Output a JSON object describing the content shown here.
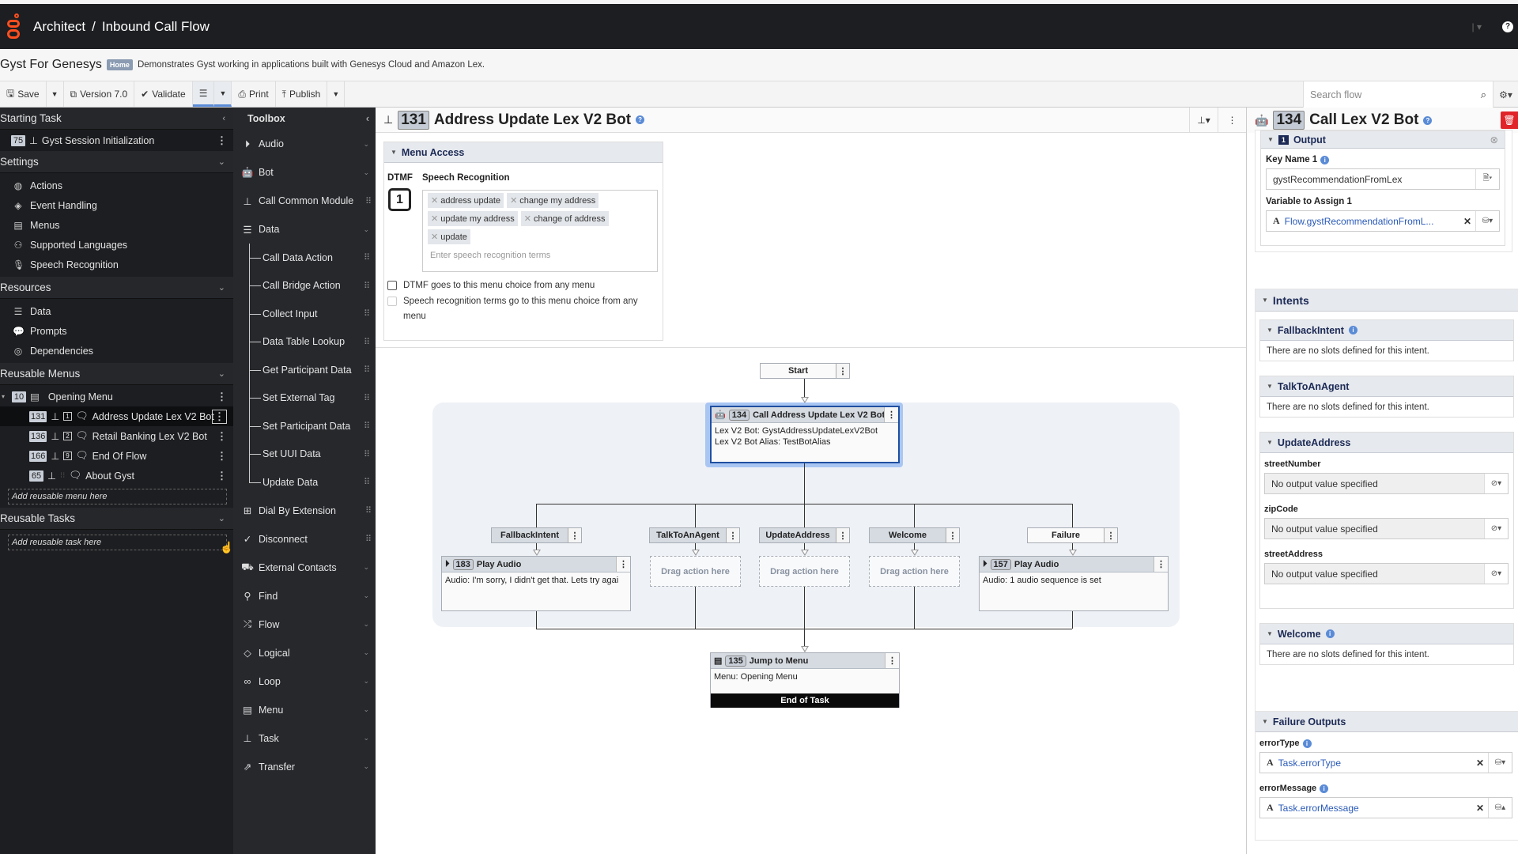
{
  "topbar": {
    "app": "Architect",
    "separator": "/",
    "flow_type": "Inbound Call Flow",
    "help_icon": "question-circle-icon"
  },
  "flow": {
    "name": "Gyst For Genesys",
    "badge": "Home",
    "description": "Demonstrates Gyst working in applications built with Genesys Cloud and Amazon Lex."
  },
  "toolbar": {
    "save": "Save",
    "version": "Version 7.0",
    "validate": "Validate",
    "print": "Print",
    "publish": "Publish",
    "search_placeholder": "Search flow"
  },
  "left": {
    "starting_task": {
      "title": "Starting Task",
      "item": {
        "num": "75",
        "label": "Gyst Session Initialization"
      }
    },
    "settings": {
      "title": "Settings",
      "items": [
        {
          "icon": "globe-icon",
          "label": "Actions"
        },
        {
          "icon": "ticket-icon",
          "label": "Event Handling"
        },
        {
          "icon": "menu-list-icon",
          "label": "Menus"
        },
        {
          "icon": "languages-icon",
          "label": "Supported Languages"
        },
        {
          "icon": "microphone-icon",
          "label": "Speech Recognition"
        }
      ]
    },
    "resources": {
      "title": "Resources",
      "items": [
        {
          "icon": "database-icon",
          "label": "Data"
        },
        {
          "icon": "speech-bubble-icon",
          "label": "Prompts"
        },
        {
          "icon": "lifebuoy-icon",
          "label": "Dependencies"
        }
      ]
    },
    "reusable_menus": {
      "title": "Reusable Menus",
      "root": {
        "num": "10",
        "label": "Opening Menu"
      },
      "children": [
        {
          "num": "131",
          "dtmf": "1",
          "label": "Address Update Lex V2 Bot"
        },
        {
          "num": "136",
          "dtmf": "2",
          "label": "Retail Banking Lex V2 Bot"
        },
        {
          "num": "166",
          "dtmf": "9",
          "label": "End Of Flow"
        },
        {
          "num": "65",
          "dtmf": "",
          "label": "About Gyst"
        }
      ],
      "add_placeholder": "Add reusable menu here"
    },
    "reusable_tasks": {
      "title": "Reusable Tasks",
      "add_placeholder": "Add reusable task here"
    }
  },
  "toolbox": {
    "title": "Toolbox",
    "categories_top": [
      {
        "label": "Audio",
        "icon": "play-circle-icon",
        "kind": "expand"
      },
      {
        "label": "Bot",
        "icon": "robot-icon",
        "kind": "expand"
      },
      {
        "label": "Call Common Module",
        "icon": "puzzle-icon",
        "kind": "drag"
      },
      {
        "label": "Data",
        "icon": "database-icon",
        "kind": "expand"
      }
    ],
    "data_children": [
      "Call Data Action",
      "Call Bridge Action",
      "Collect Input",
      "Data Table Lookup",
      "Get Participant Data",
      "Set External Tag",
      "Set Participant Data",
      "Set UUI Data",
      "Update Data"
    ],
    "categories_bottom": [
      {
        "label": "Dial By Extension",
        "icon": "hash-box-icon",
        "kind": "drag"
      },
      {
        "label": "Disconnect",
        "icon": "disconnect-icon",
        "kind": "drag"
      },
      {
        "label": "External Contacts",
        "icon": "contacts-icon",
        "kind": "expand"
      },
      {
        "label": "Find",
        "icon": "binoculars-icon",
        "kind": "expand"
      },
      {
        "label": "Flow",
        "icon": "shuffle-icon",
        "kind": "expand"
      },
      {
        "label": "Logical",
        "icon": "diamond-icon",
        "kind": "expand"
      },
      {
        "label": "Loop",
        "icon": "loop-icon",
        "kind": "expand"
      },
      {
        "label": "Menu",
        "icon": "menu-list-icon",
        "kind": "expand"
      },
      {
        "label": "Task",
        "icon": "sitemap-icon",
        "kind": "expand"
      },
      {
        "label": "Transfer",
        "icon": "transfer-icon",
        "kind": "expand"
      }
    ]
  },
  "task": {
    "num": "131",
    "title": "Address Update Lex V2 Bot",
    "menu_access": {
      "title": "Menu Access",
      "dtmf_label": "DTMF",
      "dtmf_key": "1",
      "speech_label": "Speech Recognition",
      "terms": [
        "address update",
        "change my address",
        "update my address",
        "change of address",
        "update"
      ],
      "placeholder": "Enter speech recognition terms",
      "cb1": "DTMF goes to this menu choice from any menu",
      "cb2": "Speech recognition terms go to this menu choice from any menu"
    }
  },
  "flowchart": {
    "start": "Start",
    "bot_node": {
      "num": "134",
      "title": "Call Address Update Lex V2 Bot",
      "line1": "Lex V2 Bot: GystAddressUpdateLexV2Bot",
      "line2": "Lex V2 Bot Alias: TestBotAlias"
    },
    "branches": [
      "FallbackIntent",
      "TalkToAnAgent",
      "UpdateAddress",
      "Welcome",
      "Failure"
    ],
    "drag_text": "Drag action here",
    "audio1": {
      "num": "183",
      "title": "Play Audio",
      "body": "Audio: I'm sorry, I didn't get that. Lets try agai"
    },
    "audio2": {
      "num": "157",
      "title": "Play Audio",
      "body": "Audio: 1 audio sequence is set"
    },
    "jump": {
      "num": "135",
      "title": "Jump to Menu",
      "body": "Menu: Opening Menu",
      "end": "End of Task"
    }
  },
  "props": {
    "num": "134",
    "title": "Call Lex V2 Bot",
    "output": {
      "index": "1",
      "title": "Output",
      "key_label": "Key Name 1",
      "key_value": "gystRecommendationFromLex",
      "var_label": "Variable to Assign 1",
      "var_value": "Flow.gystRecommendationFromL..."
    },
    "intents_title": "Intents",
    "intents": [
      {
        "name": "FallbackIntent",
        "text": "There are no slots defined for this intent."
      },
      {
        "name": "TalkToAnAgent",
        "text": "There are no slots defined for this intent."
      },
      {
        "name": "UpdateAddress",
        "slots": [
          {
            "name": "streetNumber",
            "value": "No output value specified"
          },
          {
            "name": "zipCode",
            "value": "No output value specified"
          },
          {
            "name": "streetAddress",
            "value": "No output value specified"
          }
        ]
      },
      {
        "name": "Welcome",
        "text": "There are no slots defined for this intent."
      }
    ],
    "failure": {
      "title": "Failure Outputs",
      "fields": [
        {
          "label": "errorType",
          "value": "Task.errorType"
        },
        {
          "label": "errorMessage",
          "value": "Task.errorMessage"
        }
      ]
    }
  }
}
